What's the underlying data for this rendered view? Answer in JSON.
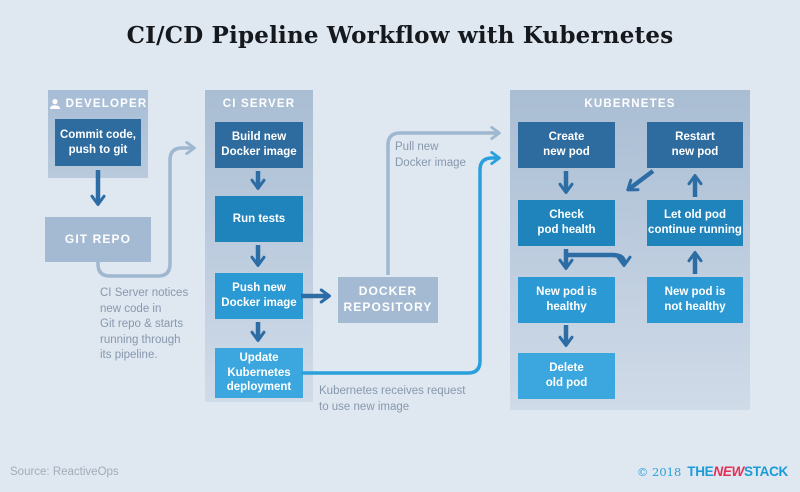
{
  "title": "CI/CD Pipeline Workflow with Kubernetes",
  "panels": {
    "developer": {
      "header": "DEVELOPER"
    },
    "ci_server": {
      "header": "CI SERVER"
    },
    "kubernetes": {
      "header": "KUBERNETES"
    }
  },
  "boxes": {
    "commit": "Commit code,\npush to git",
    "git_repo": "GIT REPO",
    "build": "Build new\nDocker image",
    "run_tests": "Run tests",
    "push": "Push new\nDocker image",
    "update": "Update\nKubernetes\ndeployment",
    "docker_repo": "DOCKER\nREPOSITORY",
    "create_pod": "Create\nnew pod",
    "restart_pod": "Restart\nnew pod",
    "check_health": "Check\npod health",
    "let_old_pod": "Let old pod\ncontinue running",
    "healthy": "New pod is\nhealthy",
    "not_healthy": "New pod is\nnot healthy",
    "delete_old": "Delete\nold pod"
  },
  "annotations": {
    "ci_notice": "CI Server notices\nnew code in\nGit repo & starts\nrunning through\nits pipeline.",
    "pull_new": "Pull new\nDocker image",
    "receives_request": "Kubernetes receives request\nto use new image"
  },
  "footer": {
    "source": "Source: ReactiveOps",
    "copyright": "© 2018",
    "brand_the": "THE",
    "brand_new": "NEW",
    "brand_stack": "STACK"
  },
  "colors": {
    "background": "#dfe7f1",
    "box_dark": "#2e6b9e",
    "box_medium": "#1f84bc",
    "box_bright": "#2b99d3",
    "box_light": "#3ba7de",
    "box_gray": "#a3bad2",
    "arrow_dark": "#2d6da5",
    "line_gray": "#9fb7cf",
    "line_bright": "#29a0dc",
    "brand_blue": "#1b9cd8",
    "brand_red": "#e43057"
  }
}
